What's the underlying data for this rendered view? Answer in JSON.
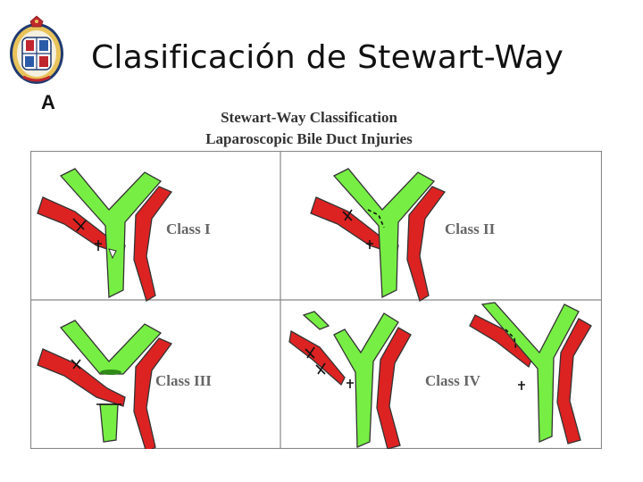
{
  "slide": {
    "title": "Clasificación de Stewart-Way",
    "panel_letter": "A"
  },
  "figure": {
    "title_line1": "Stewart-Way Classification",
    "title_line2": "Laparoscopic Bile Duct Injuries",
    "classes": [
      {
        "label": "Class I"
      },
      {
        "label": "Class II"
      },
      {
        "label": "Class III"
      },
      {
        "label": "Class IV"
      }
    ]
  },
  "colors": {
    "bile_duct": "#77ee44",
    "artery": "#dd2222",
    "outline": "#333333",
    "grid_line": "#888888"
  },
  "logo": {
    "icon": "university-seal-icon"
  }
}
